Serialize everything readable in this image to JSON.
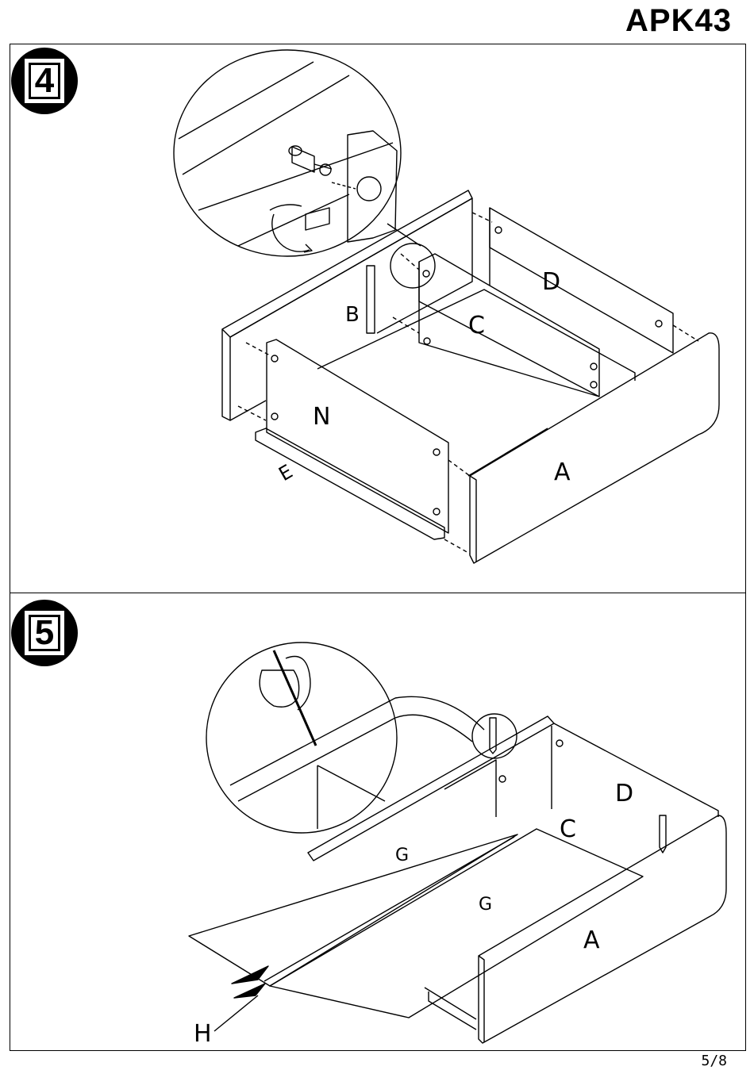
{
  "header": {
    "doc_code": "APK43"
  },
  "steps": [
    {
      "number": "4",
      "part_labels": [
        "B",
        "C",
        "D",
        "N",
        "A",
        "E"
      ]
    },
    {
      "number": "5",
      "part_labels": [
        "D",
        "C",
        "G",
        "G",
        "A",
        "H"
      ]
    }
  ],
  "footer": {
    "page_number": "5/8"
  }
}
